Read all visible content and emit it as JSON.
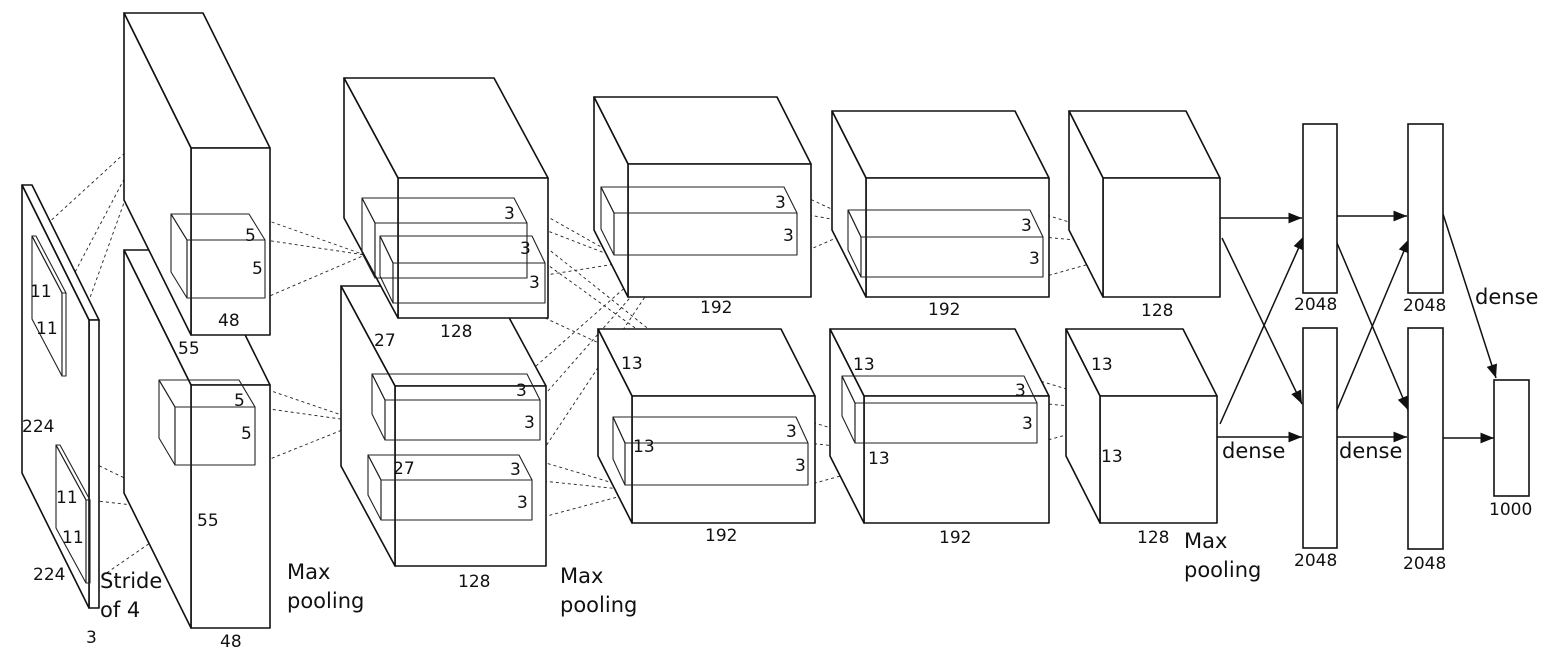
{
  "input": {
    "height": "224",
    "width": "224",
    "depth": "3"
  },
  "conv1": {
    "kernel": [
      "11",
      "11"
    ],
    "kernel_lower": [
      "11",
      "11"
    ],
    "stride": [
      "Stride",
      "of 4"
    ],
    "out_size": "55",
    "out_size_lower": "55",
    "depth": "48",
    "depth_lower": "48",
    "next_kernel": [
      "5",
      "5"
    ],
    "next_kernel_lower": [
      "5",
      "5"
    ],
    "pool": [
      "Max",
      "pooling"
    ]
  },
  "conv2": {
    "size": "27",
    "size_lower": "27",
    "depth": "128",
    "depth_lower": "128",
    "next_kernel": [
      "3",
      "3"
    ],
    "next_kernel_b": [
      "3",
      "3"
    ],
    "next_kernel_lower": [
      "3",
      "3"
    ],
    "next_kernel_lower_b": [
      "3",
      "3"
    ],
    "pool": [
      "Max",
      "pooling"
    ]
  },
  "conv3": {
    "size": "13",
    "size_b": "13",
    "depth": "192",
    "depth_lower": "192",
    "next_kernel": [
      "3",
      "3"
    ],
    "next_kernel_lower": [
      "3",
      "3"
    ]
  },
  "conv4": {
    "size": "13",
    "size_b": "13",
    "depth": "192",
    "depth_lower": "192",
    "next_kernel": [
      "3",
      "3"
    ],
    "next_kernel_lower": [
      "3",
      "3"
    ]
  },
  "conv5": {
    "size": "13",
    "size_b": "13",
    "depth": "128",
    "depth_lower": "128",
    "pool": [
      "Max",
      "pooling"
    ]
  },
  "fc6": {
    "upper": "2048",
    "lower": "2048",
    "label": "dense"
  },
  "fc7": {
    "upper": "2048",
    "lower": "2048",
    "label": "dense"
  },
  "fc8": {
    "size": "1000",
    "label": "dense"
  }
}
